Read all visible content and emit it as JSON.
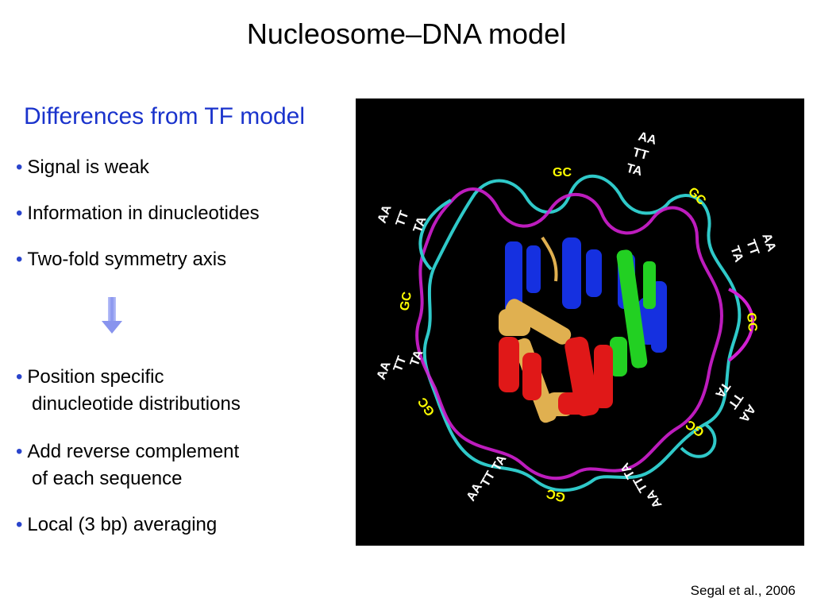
{
  "slide": {
    "title": "Nucleosome–DNA model",
    "subtitle": "Differences from TF model",
    "top_bullets": [
      "Signal is weak",
      "Information in dinucleotides",
      "Two-fold symmetry axis"
    ],
    "bottom_bullets": [
      {
        "line1": "Position specific",
        "line2": "dinucleotide distributions"
      },
      {
        "line1": "Add reverse complement",
        "line2": "of each sequence"
      },
      {
        "line1": "Local (3 bp) averaging",
        "line2": ""
      }
    ],
    "bullet_glyph": "•",
    "citation": "Segal et al., 2006"
  },
  "figure": {
    "labels": {
      "aa": "AA",
      "tt": "TT",
      "ta": "TA",
      "gc": "GC"
    },
    "colors": {
      "background": "#000000",
      "dna_strand_1": "#2fc9c9",
      "dna_strand_2": "#d21fd2",
      "histone_blue": "#1530e0",
      "histone_green": "#22d022",
      "histone_red": "#e01818",
      "histone_tan": "#e0b050",
      "label_white": "#ffffff",
      "label_yellow": "#ffff00"
    }
  },
  "icons": {
    "arrow": "down-arrow-icon"
  }
}
